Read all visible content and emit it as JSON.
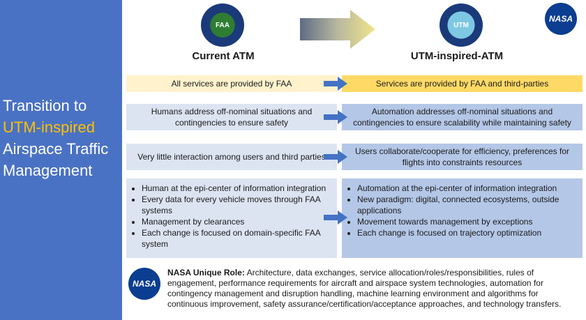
{
  "sidebar": {
    "title_line1": "Transition to",
    "title_highlight": "UTM-inspired",
    "title_line3": "Airspace Traffic",
    "title_line4": "Management"
  },
  "logos": {
    "faa": "FAA",
    "utm": "UTM",
    "nasa": "NASA",
    "nasa_small": "NASA"
  },
  "headers": {
    "current": "Current ATM",
    "utm": "UTM-inspired-ATM"
  },
  "rows": [
    {
      "left": "All services are provided by FAA",
      "right": "Services are provided by FAA and third-parties"
    },
    {
      "left": "Humans address off-nominal situations and contingencies to ensure safety",
      "right": "Automation addresses off-nominal situations and contingencies to ensure scalability while maintaining safety"
    },
    {
      "left": "Very little interaction among users and third parties",
      "right": "Users collaborate/cooperate for efficiency, preferences for flights into constraints resources"
    }
  ],
  "lists": {
    "left": [
      "Human at the epi-center of information integration",
      "Every data for every vehicle moves through FAA systems",
      "Management by clearances",
      "Each change is focused on domain-specific FAA system"
    ],
    "right": [
      "Automation at the epi-center of information integration",
      "New paradigm: digital, connected ecosystems, outside applications",
      "Movement towards management by exceptions",
      "Each change is focused on trajectory optimization"
    ]
  },
  "nasa_role": {
    "label": "NASA Unique Role:",
    "text": " Architecture, data exchanges, service allocation/roles/responsibilities, rules of engagement, performance requirements for aircraft and airspace system technologies, automation for contingency management and disruption handling, machine learning environment and algorithms for continuous improvement, safety assurance/certification/acceptance approaches, and technology transfers."
  },
  "colors": {
    "sidebar": "#4a72c4",
    "highlight": "#ffc000",
    "row1_left": "#fff2cc",
    "row1_right": "#ffd966",
    "left_box": "#dce4f2",
    "right_box": "#b4c7e7",
    "arrow": "#4472c4"
  }
}
